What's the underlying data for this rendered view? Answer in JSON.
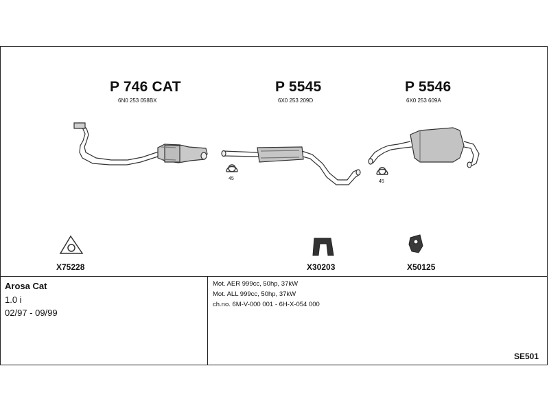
{
  "parts": [
    {
      "code": "P 746 CAT",
      "oem": "6N0 253 058BX"
    },
    {
      "code": "P 5545",
      "oem": "6X0 253 209D"
    },
    {
      "code": "P 5546",
      "oem": "6X0 253 609A"
    }
  ],
  "clamps": [
    "45",
    "45"
  ],
  "accessories": [
    {
      "code": "X75228",
      "icon": "gasket-icon"
    },
    {
      "code": "X30203",
      "icon": "rubber-hanger-icon"
    },
    {
      "code": "X50125",
      "icon": "mounting-bracket-icon"
    }
  ],
  "vehicle": {
    "name": "Arosa Cat",
    "engine": "1.0 i",
    "years": "02/97 - 09/99"
  },
  "specs": [
    "Mot. AER 999cc, 50hp, 37kW",
    "Mot. ALL 999cc, 50hp, 37kW",
    "ch.no. 6M-V-000 001 - 6H-X-054 000"
  ],
  "set_code": "SE501"
}
